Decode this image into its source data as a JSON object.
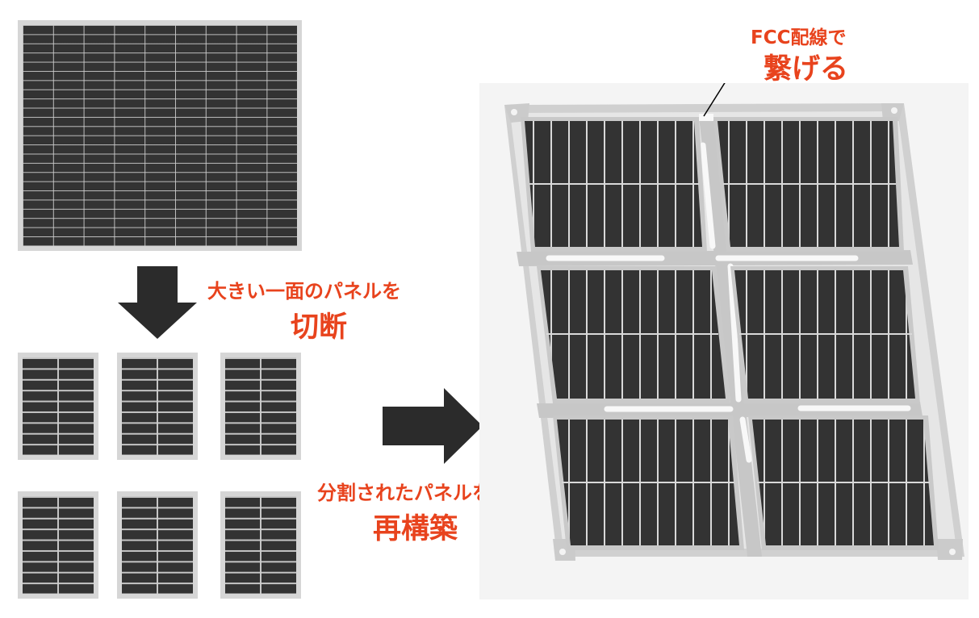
{
  "labels": {
    "cut_line1": "大きい一面のパネルを",
    "cut_line2": "切断",
    "rebuild_line1": "分割されたパネルを",
    "rebuild_line2": "再構築",
    "fcc_line1": "FCC配線で",
    "fcc_line2": "繋げる"
  },
  "panels": {
    "large_panel": {
      "columns": 9,
      "rows": 24
    },
    "small_panels": {
      "count": 6,
      "columns": 2,
      "rows": 9
    },
    "assembled_panels": {
      "count": 6,
      "layout": "3 rows × 2 columns, tilted"
    }
  },
  "icons": [
    "arrow-down-icon",
    "arrow-right-icon",
    "callout-dot-icon"
  ],
  "colors": {
    "accent": "#e8431d",
    "cell": "#333333",
    "frame": "#d6d6d6",
    "arrow": "#2b2b2b",
    "background": "#ffffff",
    "assembly_background": "#f4f4f4"
  }
}
